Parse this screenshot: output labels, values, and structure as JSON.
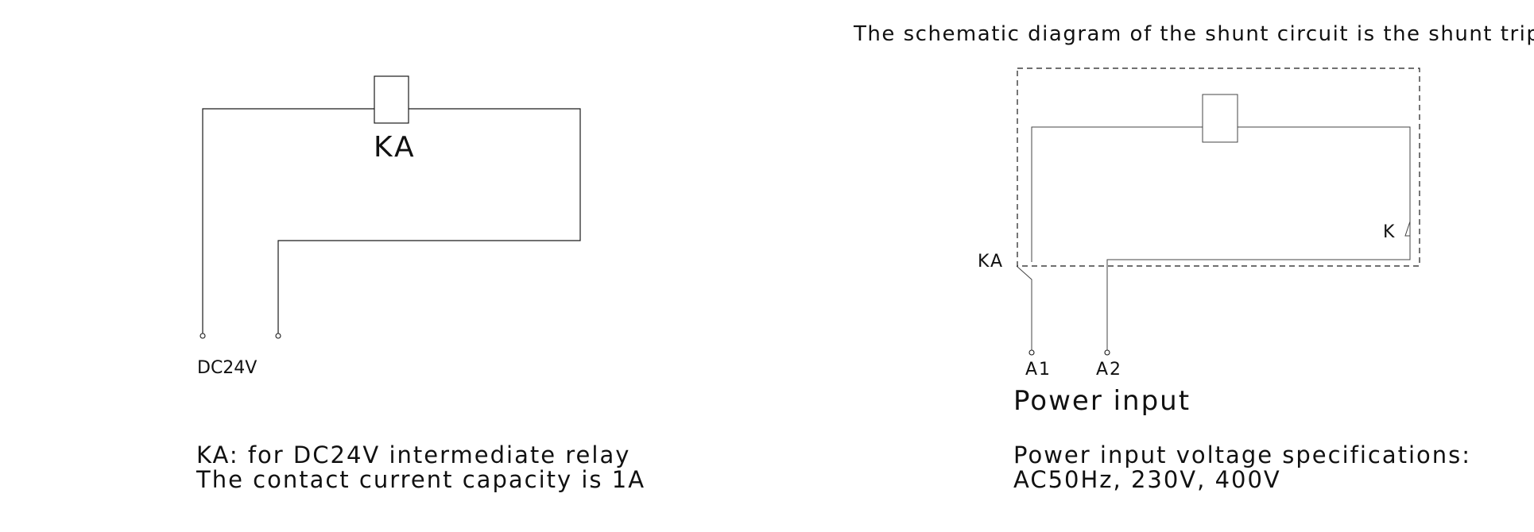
{
  "left": {
    "coil_label": "KA",
    "terminal_label": "DC24V",
    "note_line1": "KA: for DC24V intermediate relay",
    "note_line2": "The contact current capacity is 1A"
  },
  "right": {
    "title": "The schematic diagram of the shunt circuit is the shunt trip",
    "relay_contact_label": "KA",
    "switch_label": "K",
    "terminal_a1": "A1",
    "terminal_a2": "A2",
    "power_input_label": "Power input",
    "spec_line1": "Power input voltage specifications:",
    "spec_line2": "AC50Hz, 230V, 400V"
  }
}
